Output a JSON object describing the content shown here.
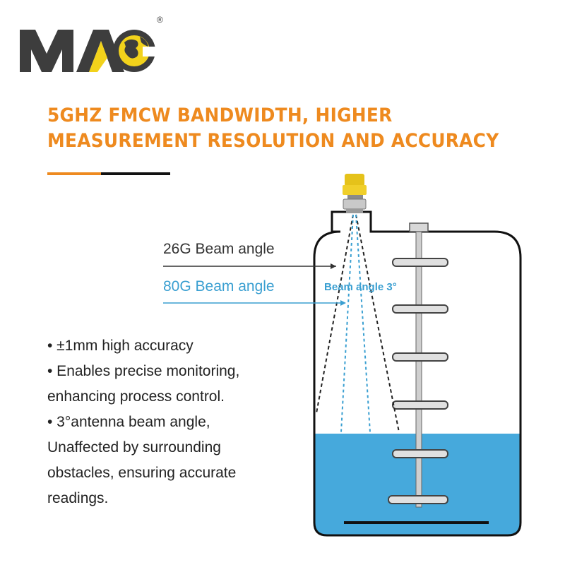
{
  "brand": {
    "logo_text": "MAC",
    "registered_mark": "®"
  },
  "headline": "5GHZ FMCW BANDWIDTH, HIGHER MEASUREMENT RESOLUTION AND ACCURACY",
  "beam_labels": {
    "g26": "26G Beam angle",
    "g80": "80G Beam angle",
    "beam_angle": "Beam angle 3°"
  },
  "bullets": [
    "• ±1mm high accuracy",
    "• Enables precise monitoring,",
    "enhancing process control.",
    "• 3°antenna beam angle,",
    "Unaffected by surrounding",
    "obstacles, ensuring accurate",
    "readings."
  ],
  "colors": {
    "accent_orange": "#ee8a1f",
    "beam_blue": "#3a9fd1",
    "liquid_blue": "#46a9dc",
    "dark": "#111111",
    "logo_grey": "#3d3d3d",
    "logo_yellow": "#f2d21b"
  }
}
